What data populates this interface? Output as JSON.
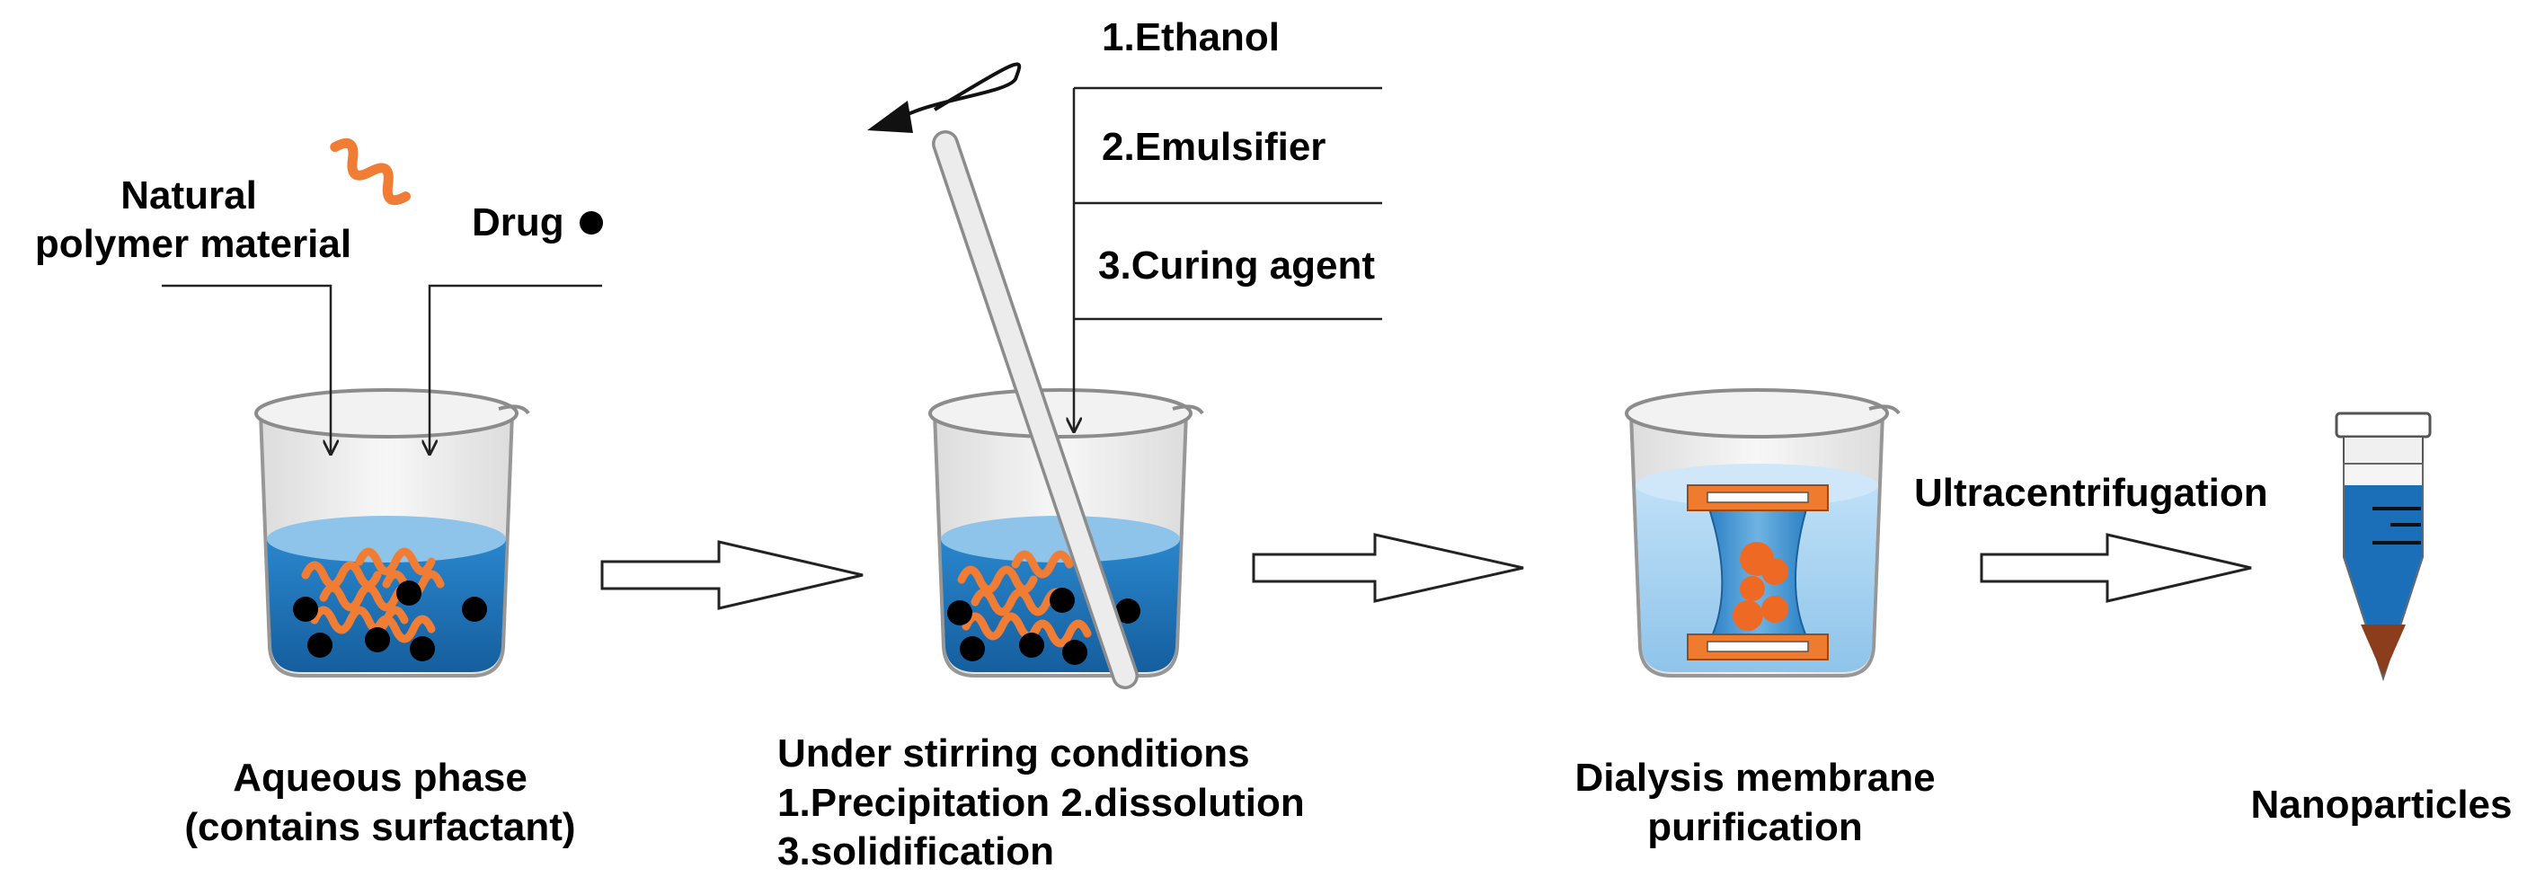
{
  "labels": {
    "natural_line1": "Natural",
    "natural_line2": "polymer material",
    "drug": "Drug",
    "reagent_1": "1.Ethanol",
    "reagent_2": "2.Emulsifier",
    "reagent_3": "3.Curing agent",
    "ultracentrifugation": "Ultracentrifugation"
  },
  "captions": {
    "step1_line1": "Aqueous phase",
    "step1_line2": "(contains surfactant)",
    "step2_line1": "Under stirring conditions",
    "step2_line2": "1.Precipitation 2.dissolution",
    "step2_line3": "3.solidification",
    "step3_line1": "Dialysis membrane",
    "step3_line2": "purification",
    "step4_line1": "Nanoparticles"
  },
  "colors": {
    "liquid_dark": "#1a6fb8",
    "liquid_light": "#8fc4ea",
    "polymer_orange": "#f07d33",
    "drug_black": "#000000",
    "membrane_orange": "#ee7b2e",
    "dialysis_water": "#a9d3f2",
    "glass_gray": "#8c8c8c",
    "tube_sediment": "#8b3d1c"
  }
}
